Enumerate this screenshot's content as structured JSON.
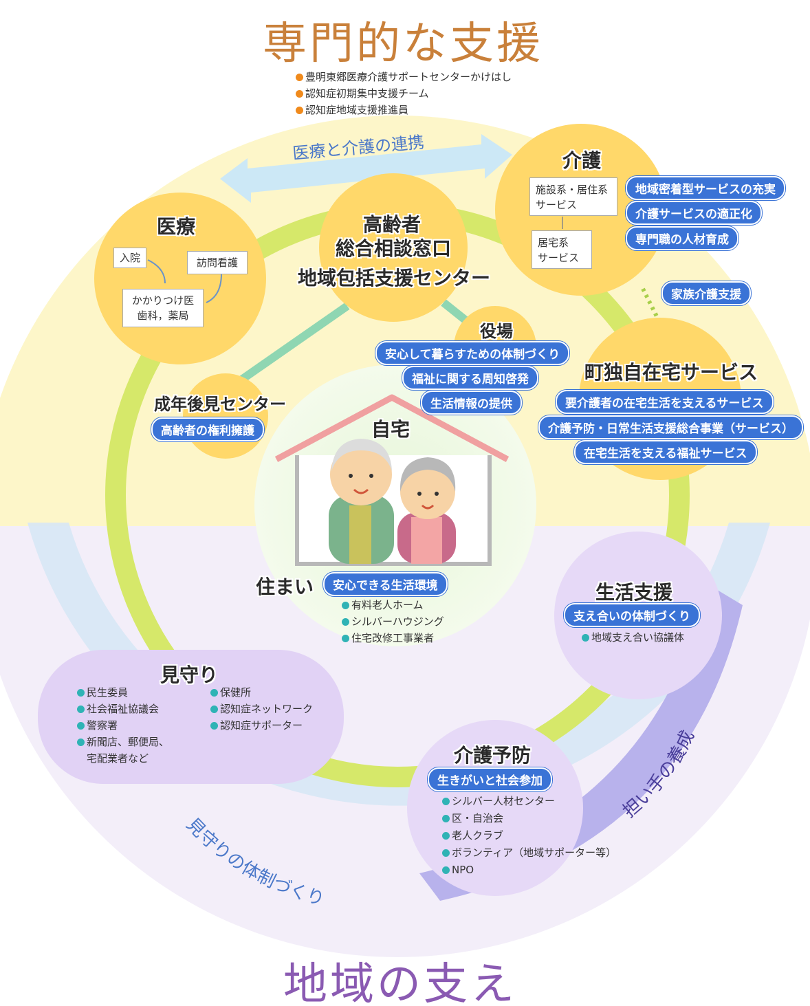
{
  "titles": {
    "top": "専門的な支援",
    "bottom": "地域の支え"
  },
  "top_list": [
    "豊明東郷医療介護サポートセンターかけはし",
    "認知症初期集中支援チーム",
    "認知症地域支援推進員"
  ],
  "arrow_label": "医療と介護の連携",
  "center_hub": {
    "line1": "高齢者",
    "line2": "総合相談窓口",
    "line3": "地域包括支援センター"
  },
  "medical": {
    "title": "医療",
    "boxes": [
      "入院",
      "訪問看護",
      "かかりつけ医",
      "歯科，薬局"
    ]
  },
  "care": {
    "title": "介護",
    "box1": [
      "施設系・居住系",
      "サービス"
    ],
    "box2": [
      "居宅系",
      "サービス"
    ],
    "pills": [
      "地域密着型サービスの充実",
      "介護サービスの適正化",
      "専門職の人材育成"
    ],
    "family": "家族介護支援"
  },
  "city_office": {
    "title": "役場",
    "pills": [
      "安心して暮らすための体制づくり",
      "福祉に関する周知啓発",
      "生活情報の提供"
    ]
  },
  "town_service": {
    "title": "町独自在宅サービス",
    "pills": [
      "要介護者の在宅生活を支えるサービス",
      "介護予防・日常生活支援総合事業（サービス）",
      "在宅生活を支える福祉サービス"
    ]
  },
  "guardian": {
    "title": "成年後見センター",
    "pill": "高齢者の権利擁護"
  },
  "home": {
    "title": "自宅",
    "housing_label": "住まい",
    "housing_pill": "安心できる生活環境",
    "housing_items": [
      "有料老人ホーム",
      "シルバーハウジング",
      "住宅改修工事業者"
    ]
  },
  "life_support": {
    "title": "生活支援",
    "pill": "支え合いの体制づくり",
    "items": [
      "地域支え合い協議体"
    ]
  },
  "watch": {
    "title": "見守り",
    "col1": [
      "民生委員",
      "社会福祉協議会",
      "警察署",
      "新聞店、郵便局、",
      "宅配業者など"
    ],
    "col2": [
      "保健所",
      "認知症ネットワーク",
      "認知症サポーター"
    ]
  },
  "prevention": {
    "title": "介護予防",
    "pill": "生きがいと社会参加",
    "items": [
      "シルバー人材センター",
      "区・自治会",
      "老人クラブ",
      "ボランティア（地域サポーター等）",
      "NPO"
    ]
  },
  "arc_labels": {
    "left": "見守りの体制づくり",
    "right": "担い手の養成"
  },
  "colors": {
    "orange_dot": "#f08a1c",
    "teal_dot": "#2fb3b5",
    "pill_blue": "#3a73d6",
    "ring_green": "#d6e86a",
    "circle_yellow": "#ffd86a",
    "circle_purple": "#e6d9f7",
    "band_blue": "#cfe3f3",
    "band_purple": "#b9b3ec"
  }
}
